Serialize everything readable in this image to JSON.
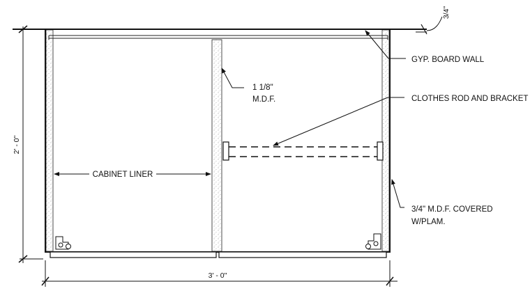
{
  "labels": {
    "gyp_board_wall": "GYP. BOARD WALL",
    "mdf_thickness_line1": "1 1/8\"",
    "mdf_thickness_line2": "M.D.F.",
    "clothes_rod": "CLOTHES ROD AND BRACKET",
    "cabinet_liner": "CABINET LINER",
    "panel_line1": "3/4\" M.D.F. COVERED",
    "panel_line2": "W/PLAM."
  },
  "dimensions": {
    "depth": "2' - 0\"",
    "width": "3' - 0\"",
    "wall_gap": "3/4\""
  }
}
